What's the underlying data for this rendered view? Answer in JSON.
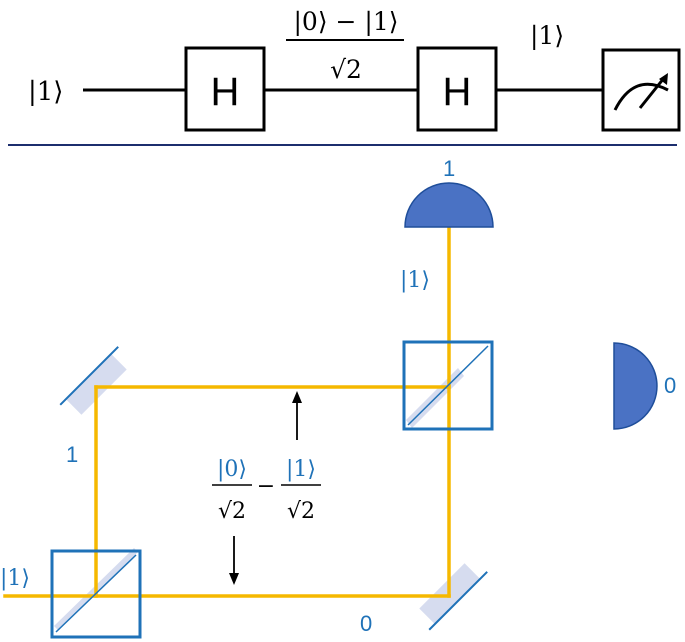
{
  "circuit": {
    "input_state": "|1⟩",
    "gate1_label": "H",
    "mid_state_numerator": "|0⟩ − |1⟩",
    "mid_state_denominator": "√2",
    "gate2_label": "H",
    "output_state": "|1⟩",
    "measure_icon": "meter-icon"
  },
  "interferometer": {
    "input_label": "|1⟩",
    "upper_arm_label": "1",
    "lower_arm_label": "0",
    "superposition": {
      "term1_numerator": "|0⟩",
      "term1_denominator": "√2",
      "operator": "−",
      "term2_numerator": "|1⟩",
      "term2_denominator": "√2"
    },
    "output_path_label": "|1⟩",
    "detector_top_label": "1",
    "detector_right_label": "0"
  },
  "colors": {
    "beam": "#f5b800",
    "splitter_blue": "#1f72b8",
    "mirror_fill": "#d6dcef",
    "detector_fill": "#4a72c4",
    "divider": "#1c2e6e"
  }
}
